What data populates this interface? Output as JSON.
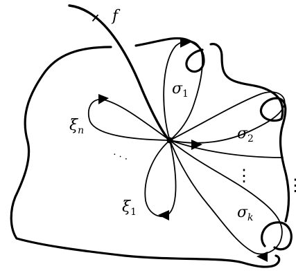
{
  "labels": {
    "f_label": "f",
    "sigma1": {
      "base": "σ",
      "sub": "1"
    },
    "sigma2": {
      "base": "σ",
      "sub": "2"
    },
    "sigmak": {
      "base": "σ",
      "sub": "k"
    },
    "xin": {
      "base": "ξ",
      "sub": "n"
    },
    "xi1": {
      "base": "ξ",
      "sub": "1"
    },
    "dots_left": "· · ·",
    "dots_mid": "⋮",
    "dots_right": "⋮"
  }
}
